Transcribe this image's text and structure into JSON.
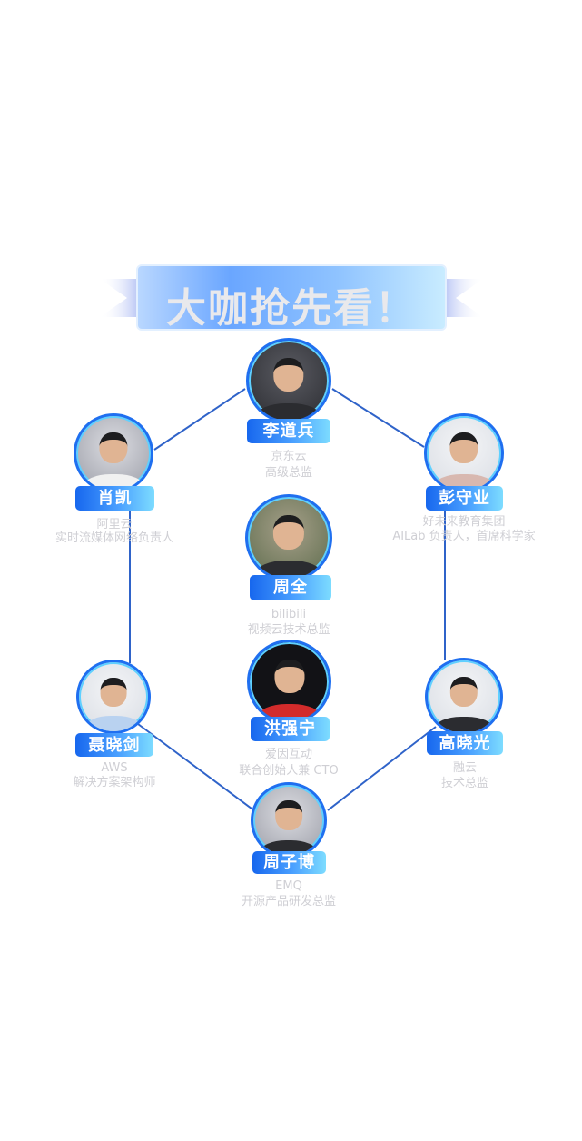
{
  "banner": {
    "title": "大咖抢先看！"
  },
  "colors": {
    "accent": "#1f6ff0",
    "line": "#2f63c9",
    "desc_text": "#cfcfd4"
  },
  "speakers": [
    {
      "name": "李道兵",
      "company": "京东云",
      "title": "高级总监"
    },
    {
      "name": "肖凯",
      "company": "阿里云",
      "title": "实时流媒体网络负责人"
    },
    {
      "name": "彭守业",
      "company": "好未来教育集团",
      "title": "AILab 负责人，首席科学家"
    },
    {
      "name": "周全",
      "company": "bilibili",
      "title": "视频云技术总监"
    },
    {
      "name": "洪强宁",
      "company": "爱因互动",
      "title": "联合创始人兼 CTO"
    },
    {
      "name": "聂晓剑",
      "company": "AWS",
      "title": "解决方案架构师"
    },
    {
      "name": "高晓光",
      "company": "融云",
      "title": "技术总监"
    },
    {
      "name": "周子博",
      "company": "EMQ",
      "title": "开源产品研发总监"
    }
  ]
}
